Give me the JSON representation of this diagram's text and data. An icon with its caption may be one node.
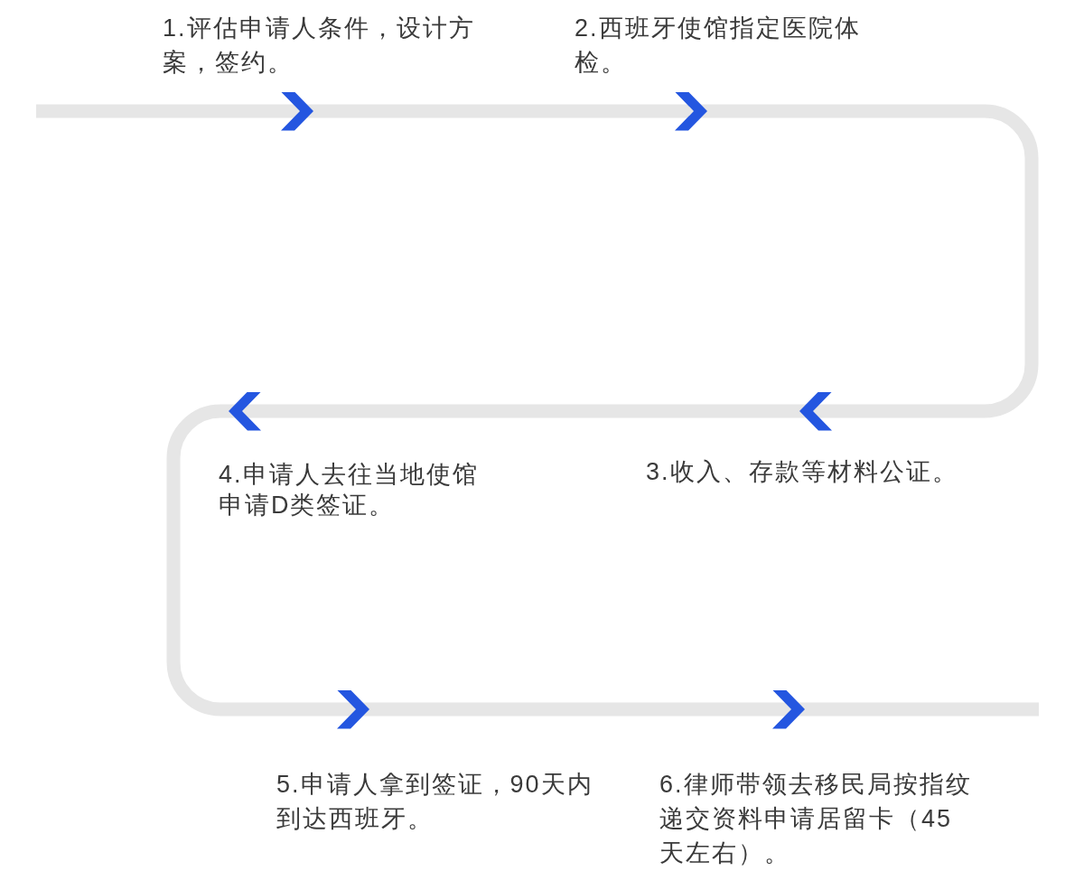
{
  "diagram": {
    "nodes": [
      {
        "text": [
          "1.评估申请人条件，设计方案，签约。"
        ]
      },
      {
        "text": [
          "2.西班牙使馆指定医院体检。"
        ]
      },
      {
        "text": [
          "3.收入、存款等材料公证。"
        ]
      },
      {
        "text": [
          "4.申请人去往当地使馆申请D类签证。"
        ]
      },
      {
        "text": [
          "5.申请人拿到签证，90天内到达西班牙。"
        ]
      },
      {
        "text": [
          "6.律师带领去移民局按指纹递交资料申请居留卡（45天左右）。"
        ]
      }
    ],
    "edges": [
      {
        "from": null,
        "to": 0,
        "arrow": "to"
      },
      {
        "from": 0,
        "to": 1,
        "arrow": "to"
      },
      {
        "from": 1,
        "to": 2,
        "arrow": "to"
      },
      {
        "from": 2,
        "to": 3,
        "arrow": "to"
      },
      {
        "from": 3,
        "to": 4,
        "arrow": "to"
      },
      {
        "from": 4,
        "to": 5,
        "arrow": "to"
      },
      {
        "from": 5,
        "to": null,
        "arrow": "none"
      }
    ]
  }
}
